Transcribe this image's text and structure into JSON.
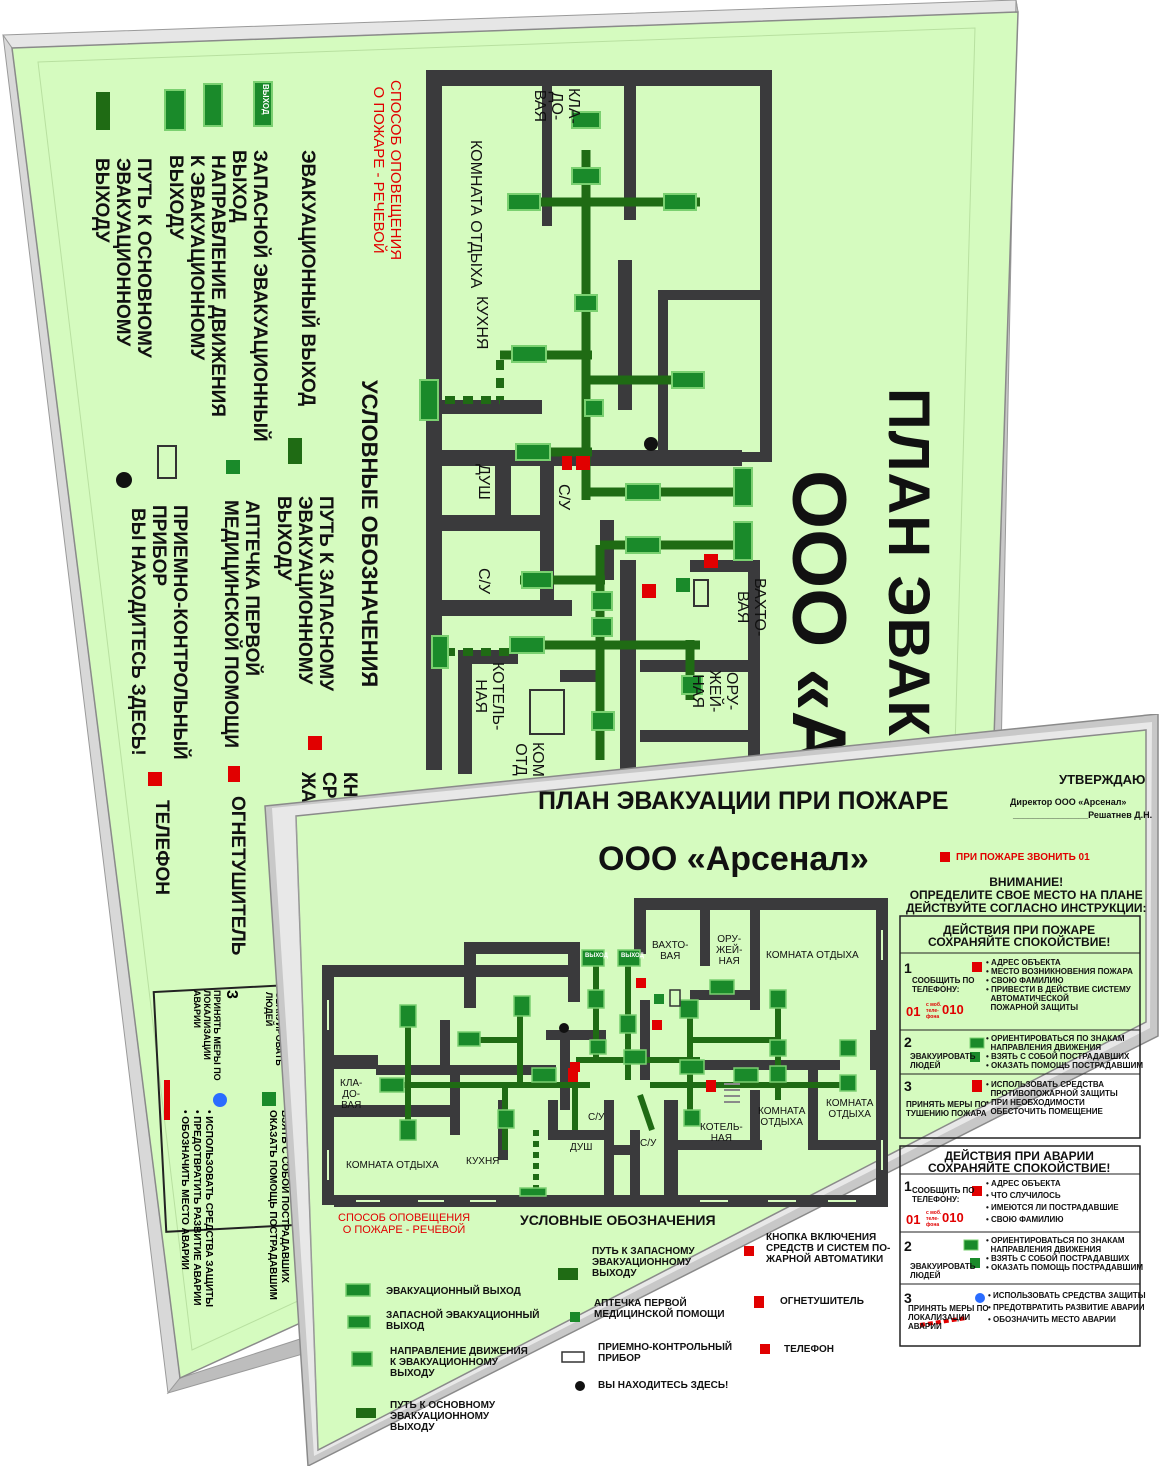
{
  "colors": {
    "board": "#d5fbbf",
    "wall": "#3a3a3c",
    "route": "#1f6b14",
    "sign": "#1a8a2a",
    "red": "#e10000",
    "frame": "#cfcfcf"
  },
  "back": {
    "title_line1": "ПЛАН ЭВАКУАЦИИ",
    "title_line2": "ООО «Ар",
    "notify_method": "СПОСОБ ОПОВЕЩЕНИЯ\nО ПОЖАРЕ - РЕЧЕВОЙ",
    "legend_heading": "УСЛОВНЫЕ ОБОЗНАЧЕНИЯ",
    "legend": [
      "ЭВАКУАЦИОННЫЙ ВЫХОД",
      "ЗАПАСНОЙ ЭВАКУАЦИОННЫЙ\nВЫХОД",
      "НАПРАВЛЕНИЕ ДВИЖЕНИЯ\nК ЭВАКУАЦИОННОМУ\nВЫХОДУ",
      "ПУТЬ К ОСНОВНОМУ\nЭВАКУАЦИОННОМУ\nВЫХОДУ",
      "ПУТЬ К ЗАПАСНОМУ\nЭВАКУАЦИОННОМУ\nВЫХОДУ",
      "АПТЕЧКА ПЕРВОЙ\nМЕДИЦИНСКОЙ ПОМОЩИ",
      "ПРИЕМНО-КОНТРОЛЬНЫЙ\nПРИБОР",
      "ВЫ НАХОДИТЕСЬ ЗДЕСЬ!",
      "КНО\nСРЕ\nЖА",
      "ОГНЕТУШИТЕЛЬ",
      "ТЕЛЕФОН"
    ],
    "rooms": [
      "КЛА-\nДО-\nВАЯ",
      "КОМНАТА ОТДЫХА",
      "КУХНЯ",
      "ДУШ",
      "С/У",
      "С/У",
      "ВАХТО-\nВАЯ",
      "ОРУ-\nЖЕЙ-\nНАЯ",
      "КОТЕЛЬ-\nНАЯ",
      "КОМ\nОТД"
    ],
    "exit_label": "ВЫХОД",
    "steps_fragment": "3",
    "steps_text": "ПРИНЯТЬ МЕРЫ ПО\nЛОКАЛИЗАЦИИ\nАВАРИИ",
    "steps_items": "• ИСПОЛЬЗОВАТЬ СРЕДСТВА ЗАЩИТЫ\n• ПРЕДОТВРАТИТЬ РАЗВИТИЕ АВАРИИ\n• ОБОЗНАЧИТЬ МЕСТО АВАРИИ",
    "evac_people": "ЭВАКУИРОВАТЬ\nЛЮДЕЙ",
    "evac_items": "НАПРАВЛЕНИЯ ДВИЖЕНИЯ\nВЗЯТЬ С СОБОЙ ПОСТРАДАВШИХ\nОКАЗАТЬ ПОМОЩЬ ПОСТРАДАВШИМ"
  },
  "front": {
    "title_line1": "ПЛАН ЭВАКУАЦИИ ПРИ ПОЖАРЕ",
    "title_line2": "ООО «Арсенал»",
    "approve": "УТВЕРЖДАЮ",
    "director": "Директор ООО «Арсенал»",
    "director_name": "_______________Решатнев Д.Н.",
    "call_fire": "ПРИ ПОЖАРЕ ЗВОНИТЬ 01",
    "attention": "ВНИМАНИЕ!\nОПРЕДЕЛИТЕ СВОЕ МЕСТО НА ПЛАНЕ\nДЕЙСТВУЙТЕ СОГЛАСНО ИНСТРУКЦИИ:",
    "fire_box": {
      "heading": "ДЕЙСТВИЯ ПРИ ПОЖАРЕ\nСОХРАНЯЙТЕ СПОКОЙСТВИЕ!",
      "step1_label": "СООБЩИТЬ ПО\nТЕЛЕФОНУ:",
      "step1_items": "• АДРЕС ОБЪЕКТА\n• МЕСТО ВОЗНИКНОВЕНИЯ ПОЖАРА\n• СВОЮ ФАМИЛИЮ\n• ПРИВЕСТИ В ДЕЙСТВИЕ СИСТЕМУ\n  АВТОМАТИЧЕСКОЙ\n  ПОЖАРНОЙ ЗАЩИТЫ",
      "num_01": "01",
      "num_mob": "с моб.\nтеле-\nфона",
      "num_010": "010",
      "step2_label": "ЭВАКУИРОВАТЬ\nЛЮДЕЙ",
      "step2_items": "• ОРИЕНТИРОВАТЬСЯ ПО ЗНАКАМ\n  НАПРАВЛЕНИЯ ДВИЖЕНИЯ\n• ВЗЯТЬ С СОБОЙ ПОСТРАДАВШИХ\n• ОКАЗАТЬ ПОМОЩЬ ПОСТРАДАВШИМ",
      "step3_label": "ПРИНЯТЬ МЕРЫ ПО\nТУШЕНИЮ ПОЖАРА",
      "step3_items": "• ИСПОЛЬЗОВАТЬ СРЕДСТВА\n  ПРОТИВОПОЖАРНОЙ ЗАЩИТЫ\n• ПРИ НЕОБХОДИМОСТИ\n  ОБЕСТОЧИТЬ ПОМЕЩЕНИЕ"
    },
    "accident_box": {
      "heading": "ДЕЙСТВИЯ ПРИ АВАРИИ\nСОХРАНЯЙТЕ СПОКОЙСТВИЕ!",
      "step1_label": "СООБЩИТЬ ПО\nТЕЛЕФОНУ:",
      "step1_items": "• АДРЕС ОБЪЕКТА\n• ЧТО СЛУЧИЛОСЬ\n• ИМЕЮТСЯ ЛИ ПОСТРАДАВШИЕ\n• СВОЮ ФАМИЛИЮ",
      "num_01": "01",
      "num_mob": "с моб.\nтеле-\nфона",
      "num_010": "010",
      "step2_label": "ЭВАКУИРОВАТЬ\nЛЮДЕЙ",
      "step2_items": "• ОРИЕНТИРОВАТЬСЯ ПО ЗНАКАМ\n  НАПРАВЛЕНИЯ ДВИЖЕНИЯ\n• ВЗЯТЬ С СОБОЙ ПОСТРАДАВШИХ\n• ОКАЗАТЬ ПОМОЩЬ ПОСТРАДАВШИМ",
      "step3_label": "ПРИНЯТЬ МЕРЫ ПО\nЛОКАЛИЗАЦИИ\nАВАРИИ",
      "step3_items": "• ИСПОЛЬЗОВАТЬ СРЕДСТВА ЗАЩИТЫ\n• ПРЕДОТВРАТИТЬ РАЗВИТИЕ АВАРИИ\n• ОБОЗНАЧИТЬ МЕСТО АВАРИИ"
    },
    "step_numbers": [
      "1",
      "2",
      "3"
    ],
    "rooms": {
      "vakhtovaya": "ВАХТО-\nВАЯ",
      "oruzheynaya": "ОРУ-\nЖЕЙ-\nНАЯ",
      "komnata_top": "КОМНАТА ОТДЫХА",
      "kladovaya": "КЛА-\nДО-\nВАЯ",
      "komnata_bl": "КОМНАТА ОТДЫХА",
      "kukhnya": "КУХНЯ",
      "dush": "ДУШ",
      "su1": "С/У",
      "su2": "С/У",
      "kotelnaya": "КОТЕЛЬ-\nНАЯ",
      "komnata_b1": "КОМНАТА\nОТДЫХА",
      "komnata_b2": "КОМНАТА\nОТДЫХА"
    },
    "exit_label": "ВЫХОД",
    "notify_method": "СПОСОБ ОПОВЕЩЕНИЯ\nО ПОЖАРЕ - РЕЧЕВОЙ",
    "legend_heading": "УСЛОВНЫЕ ОБОЗНАЧЕНИЯ",
    "legend": {
      "exit": "ЭВАКУАЦИОННЫЙ ВЫХОД",
      "spare_exit": "ЗАПАСНОЙ ЭВАКУАЦИОННЫЙ\nВЫХОД",
      "direction": "НАПРАВЛЕНИЕ ДВИЖЕНИЯ\nК ЭВАКУАЦИОННОМУ\nВЫХОДУ",
      "main_path": "ПУТЬ К ОСНОВНОМУ\nЭВАКУАЦИОННОМУ\nВЫХОДУ",
      "spare_path": "ПУТЬ К ЗАПАСНОМУ\nЭВАКУАЦИОННОМУ\nВЫХОДУ",
      "first_aid": "АПТЕЧКА ПЕРВОЙ\nМЕДИЦИНСКОЙ ПОМОЩИ",
      "control": "ПРИЕМНО-КОНТРОЛЬНЫЙ\nПРИБОР",
      "you_are_here": "ВЫ НАХОДИТЕСЬ ЗДЕСЬ!",
      "button": "КНОПКА ВКЛЮЧЕНИЯ\nСРЕДСТВ И СИСТЕМ ПО-\nЖАРНОЙ АВТОМАТИКИ",
      "extinguisher": "ОГНЕТУШИТЕЛЬ",
      "phone": "ТЕЛЕФОН"
    }
  }
}
